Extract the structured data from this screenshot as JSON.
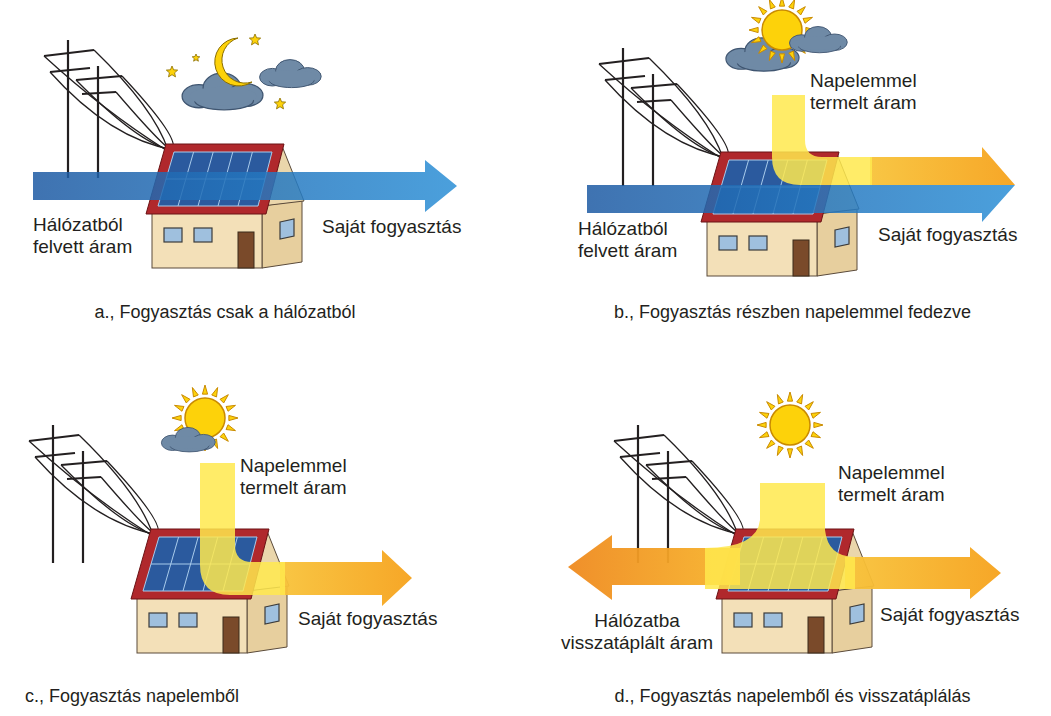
{
  "diagram": {
    "labels": [
      "Hálózatból felvett áram",
      "Saját fogyasztás",
      "a., Fogyasztás csak a hálózatból",
      "Napelemmel termelt áram",
      "Hálózatból felvett áram",
      "Saját fogyasztás",
      "b., Fogyasztás részben napelemmel fedezve",
      "Napelemmel termelt áram",
      "Saját fogyasztás",
      "c., Fogyasztás napelemből",
      "Napelemmel termelt áram",
      "Hálózatba visszatáplált áram",
      "Saját fogyasztás",
      "d., Fogyasztás napelemből és visszatáplálás"
    ]
  }
}
